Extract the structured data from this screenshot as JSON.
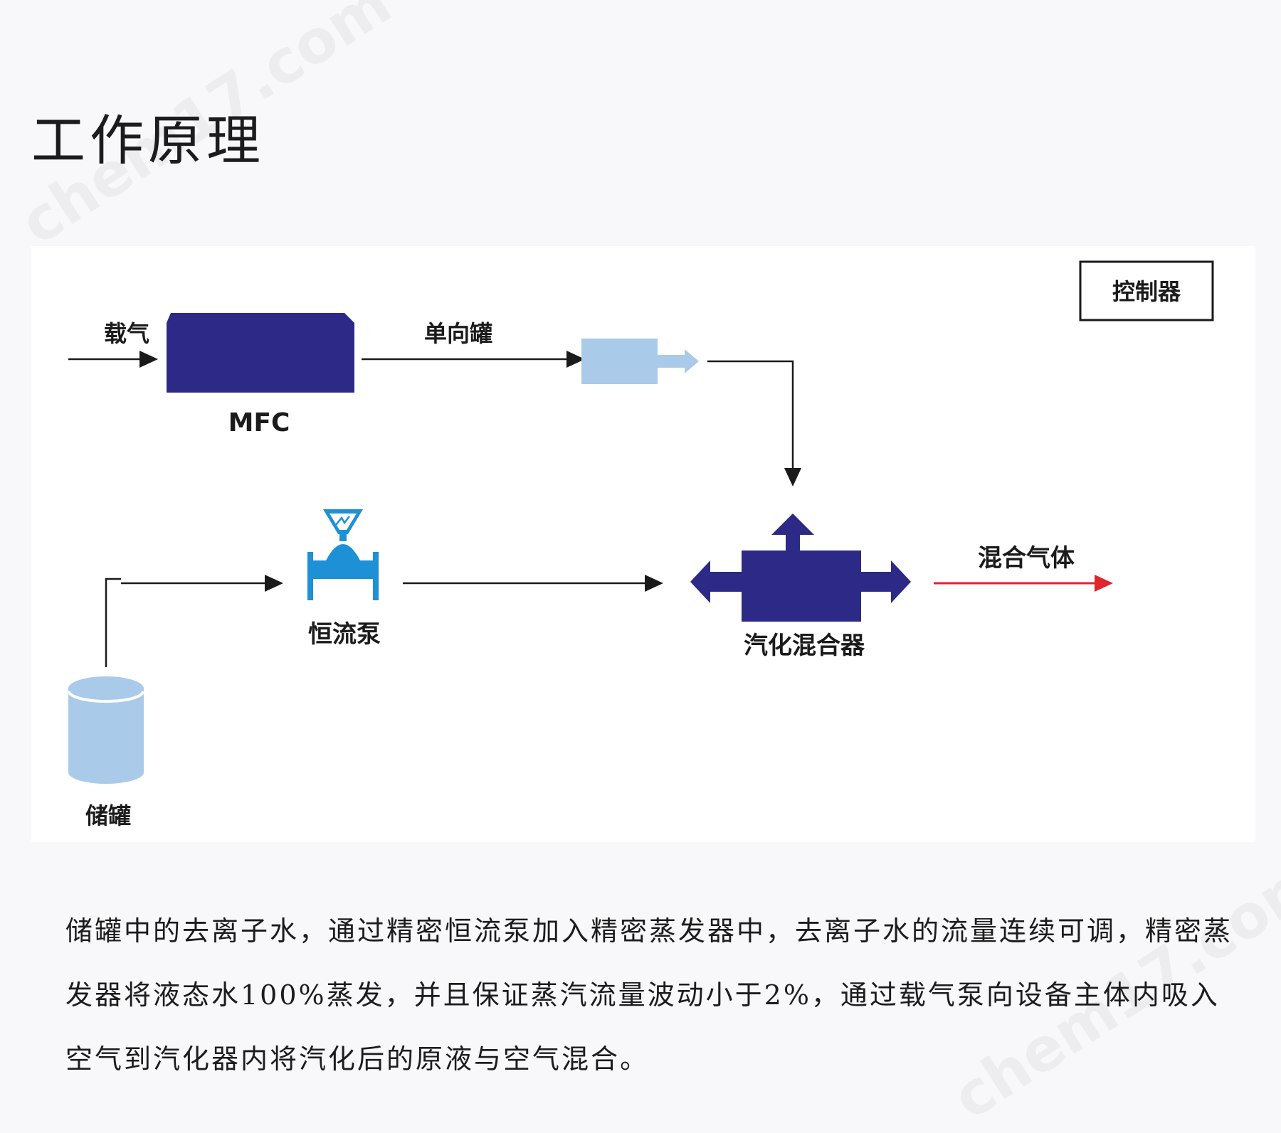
{
  "page": {
    "title": "工作原理",
    "description": "储罐中的去离子水，通过精密恒流泵加入精密蒸发器中，去离子水的流量连续可调，精密蒸发器将液态水100%蒸发，并且保证蒸汽流量波动小于2%，通过载气泵向设备主体内吸入空气到汽化器内将汽化后的原液与空气混合。"
  },
  "watermarks": [
    "chem17.com",
    "chem17.com"
  ],
  "diagram": {
    "controller_label": "控制器",
    "carrier_gas_label": "载气",
    "mfc_label": "MFC",
    "check_tank_label": "单向罐",
    "pump_label": "恒流泵",
    "mixer_label": "汽化混合器",
    "mixed_gas_label": "混合气体",
    "storage_tank_label": "储罐",
    "colors": {
      "navy": "#2c2a86",
      "light_blue": "#a9cbe9",
      "pump_blue": "#1e90d6",
      "mixed_gas_arrow": "#e0262c",
      "line": "#1a1a1a"
    }
  }
}
